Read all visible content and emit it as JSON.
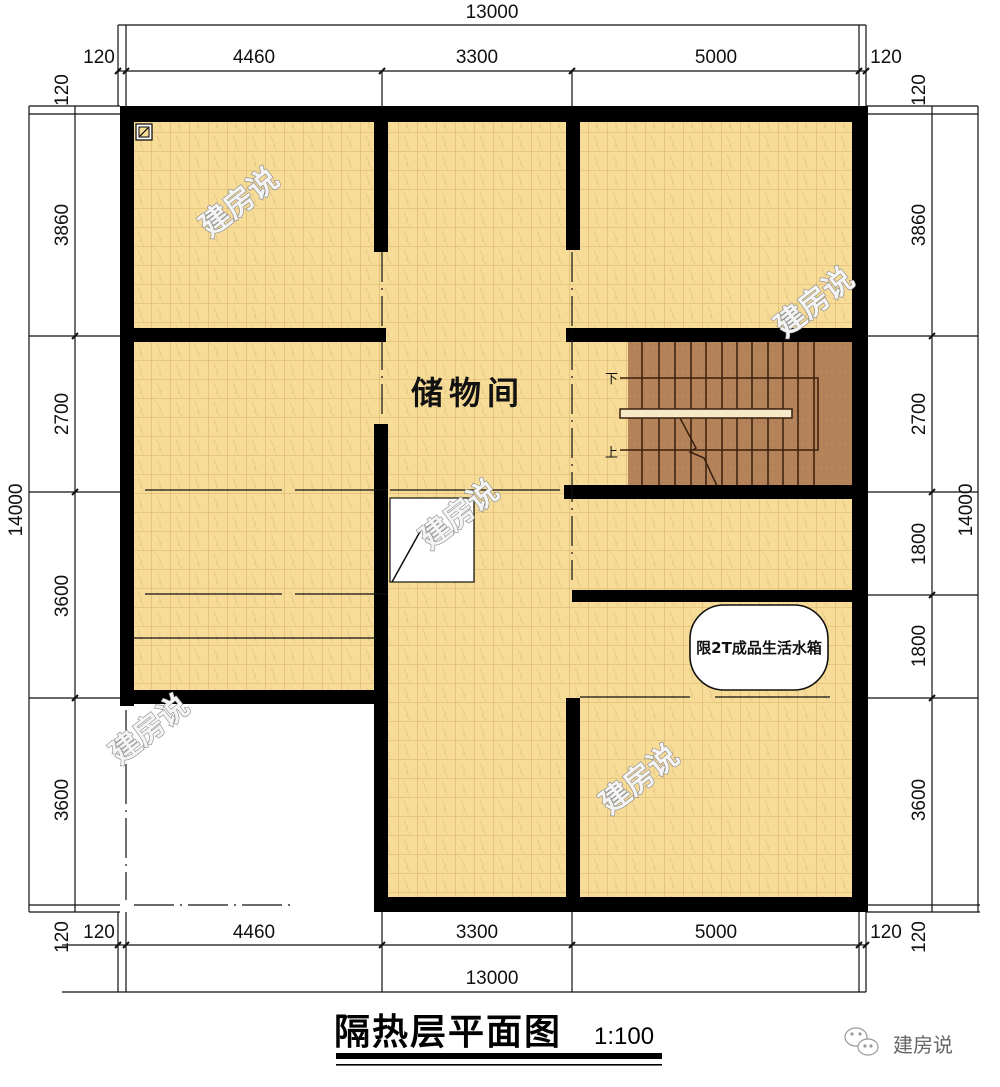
{
  "drawing": {
    "title": "隔热层平面图",
    "scale": "1:100",
    "brand": "建房说",
    "watermark": "建房说"
  },
  "dimensions": {
    "top": {
      "overall": "13000",
      "segments": [
        "120",
        "4460",
        "3300",
        "5000",
        "120"
      ]
    },
    "bottom": {
      "overall": "13000",
      "segments": [
        "120",
        "4460",
        "3300",
        "5000",
        "120"
      ]
    },
    "left": {
      "overall": "14000",
      "segments": [
        "120",
        "3860",
        "2700",
        "3600",
        "3600",
        "120"
      ]
    },
    "right": {
      "overall": "14000",
      "segments": [
        "120",
        "3860",
        "2700",
        "1800",
        "1800",
        "3600",
        "120"
      ]
    }
  },
  "rooms": {
    "storage": {
      "label": "储物间"
    },
    "water_tank": {
      "label": "限2T成品生活水箱"
    },
    "stair": {
      "down_label": "下",
      "up_label": "上"
    }
  },
  "colors": {
    "floor_fill": "#f7dc98",
    "floor_grid": "#c9a25a",
    "wall": "#000000",
    "stair_fill": "#b5835a",
    "dimension_line": "#111111"
  }
}
